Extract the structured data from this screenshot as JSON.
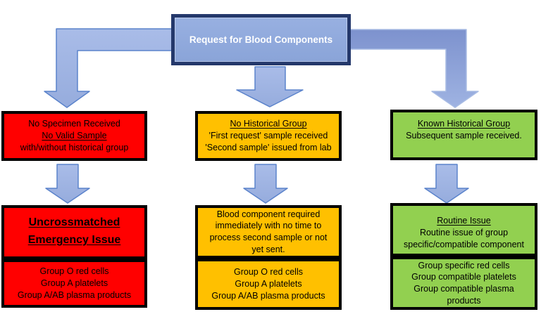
{
  "title_box": {
    "label": "Request for Blood Components"
  },
  "colors": {
    "emergency_red": "#FF0000",
    "urgent_amber": "#FFC000",
    "routine_green": "#92D050",
    "arrow_fill": "#9FB4E2",
    "arrow_stroke": "#5B83CB",
    "title_fill": "#8FA9DC",
    "title_border": "#24386B",
    "box_border": "#000000"
  },
  "columns": [
    {
      "id": "no-specimen",
      "condition": {
        "lines": [
          "No Specimen Received",
          "No Valid Sample",
          "with/without historical group"
        ]
      },
      "action": {
        "lines": [
          "Uncrossmatched",
          "Emergency Issue"
        ]
      },
      "products": {
        "lines": [
          "Group O red cells",
          "Group A platelets",
          "Group A/AB plasma products"
        ]
      }
    },
    {
      "id": "no-historical-group",
      "condition": {
        "lines": [
          "No Historical Group",
          "'First request' sample received",
          "'Second sample' issued from lab"
        ]
      },
      "action": {
        "text": "Blood component required immediately with no time to process second sample or not yet sent."
      },
      "products": {
        "lines": [
          "Group O red cells",
          "Group A platelets",
          "Group A/AB plasma products"
        ]
      }
    },
    {
      "id": "known-historical-group",
      "condition": {
        "lines": [
          "Known Historical Group",
          "Subsequent sample received."
        ]
      },
      "action": {
        "lines": [
          "Routine Issue",
          "Routine issue of group specific/compatible component"
        ]
      },
      "products": {
        "lines": [
          "Group specific red cells",
          "Group compatible platelets",
          "Group compatible plasma products"
        ]
      }
    }
  ]
}
